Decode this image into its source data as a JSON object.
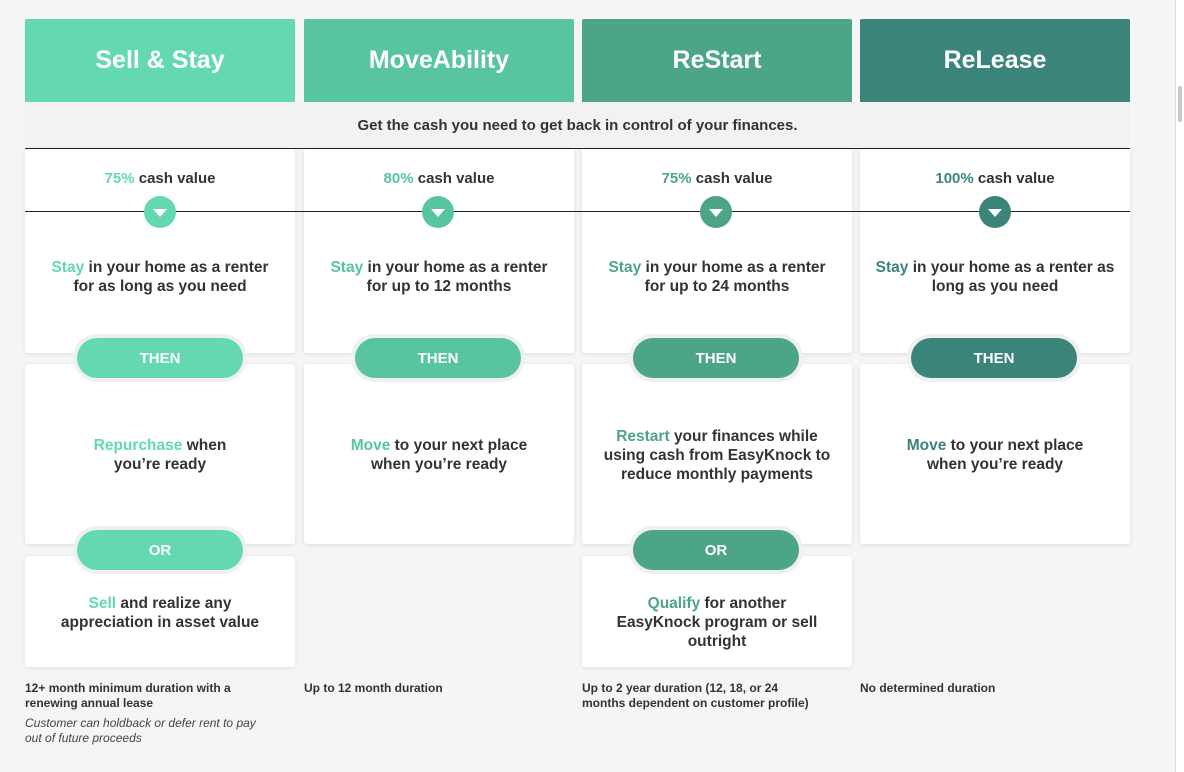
{
  "colors": {
    "sell_stay": "#63d8b1",
    "moveability": "#58c4a1",
    "restart": "#4da587",
    "release": "#3b847a"
  },
  "banner": "Get the cash you need to get back in control of your finances.",
  "columns": [
    {
      "title": "Sell & Stay",
      "cash_pct": "75%",
      "cash_suffix": "cash value",
      "stay_word": "Stay",
      "stay_rest": "in your home as a renter for as long as you need",
      "then_label": "THEN",
      "then_word": "Repurchase",
      "then_rest": "when you’re ready",
      "or_label": "OR",
      "or_word": "Sell",
      "or_rest": "and realize any appreciation in asset value",
      "duration": "12+ month minimum duration with a renewing annual lease",
      "note": "Customer can holdback or defer rent to pay out of future proceeds"
    },
    {
      "title": "MoveAbility",
      "cash_pct": "80%",
      "cash_suffix": "cash value",
      "stay_word": "Stay",
      "stay_rest": "in your home as a renter for up to 12 months",
      "then_label": "THEN",
      "then_word": "Move",
      "then_rest": "to your next place when you’re ready",
      "duration": "Up to 12 month duration"
    },
    {
      "title": "ReStart",
      "cash_pct": "75%",
      "cash_suffix": "cash value",
      "stay_word": "Stay",
      "stay_rest": "in your home as a renter for up to 24 months",
      "then_label": "THEN",
      "then_word": "Restart",
      "then_rest": "your finances while using cash from EasyKnock to reduce monthly payments",
      "or_label": "OR",
      "or_word": "Qualify",
      "or_rest": "for another EasyKnock program or sell outright",
      "duration": "Up to 2 year duration (12, 18, or 24 months dependent on customer profile)"
    },
    {
      "title": "ReLease",
      "cash_pct": "100%",
      "cash_suffix": "cash value",
      "stay_word": "Stay",
      "stay_rest": "in your home as a renter as long as you need",
      "then_label": "THEN",
      "then_word": "Move",
      "then_rest": "to your next place when you’re ready",
      "duration": "No determined duration"
    }
  ]
}
